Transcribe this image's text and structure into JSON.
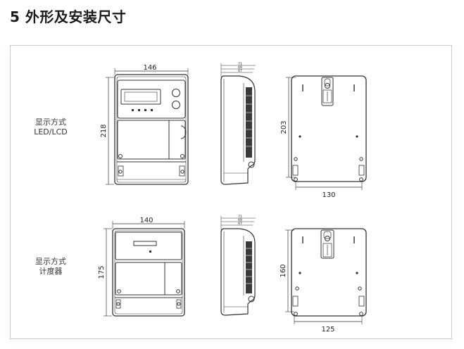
{
  "heading": "5 外形及安装尺寸",
  "rows": [
    {
      "label_line1": "显示方式",
      "label_line2": "LED/LCD",
      "front": {
        "width_label": "146",
        "height_label": "218"
      },
      "side": {
        "dims": [
          "71",
          "69",
          "67"
        ]
      },
      "back": {
        "height_label": "203",
        "width_label": "130"
      }
    },
    {
      "label_line1": "显示方式",
      "label_line2": "计度器",
      "front": {
        "width_label": "140",
        "height_label": "175"
      },
      "side": {
        "dims": [
          "71",
          "69",
          "67"
        ]
      },
      "back": {
        "height_label": "160",
        "width_label": "125"
      }
    }
  ]
}
